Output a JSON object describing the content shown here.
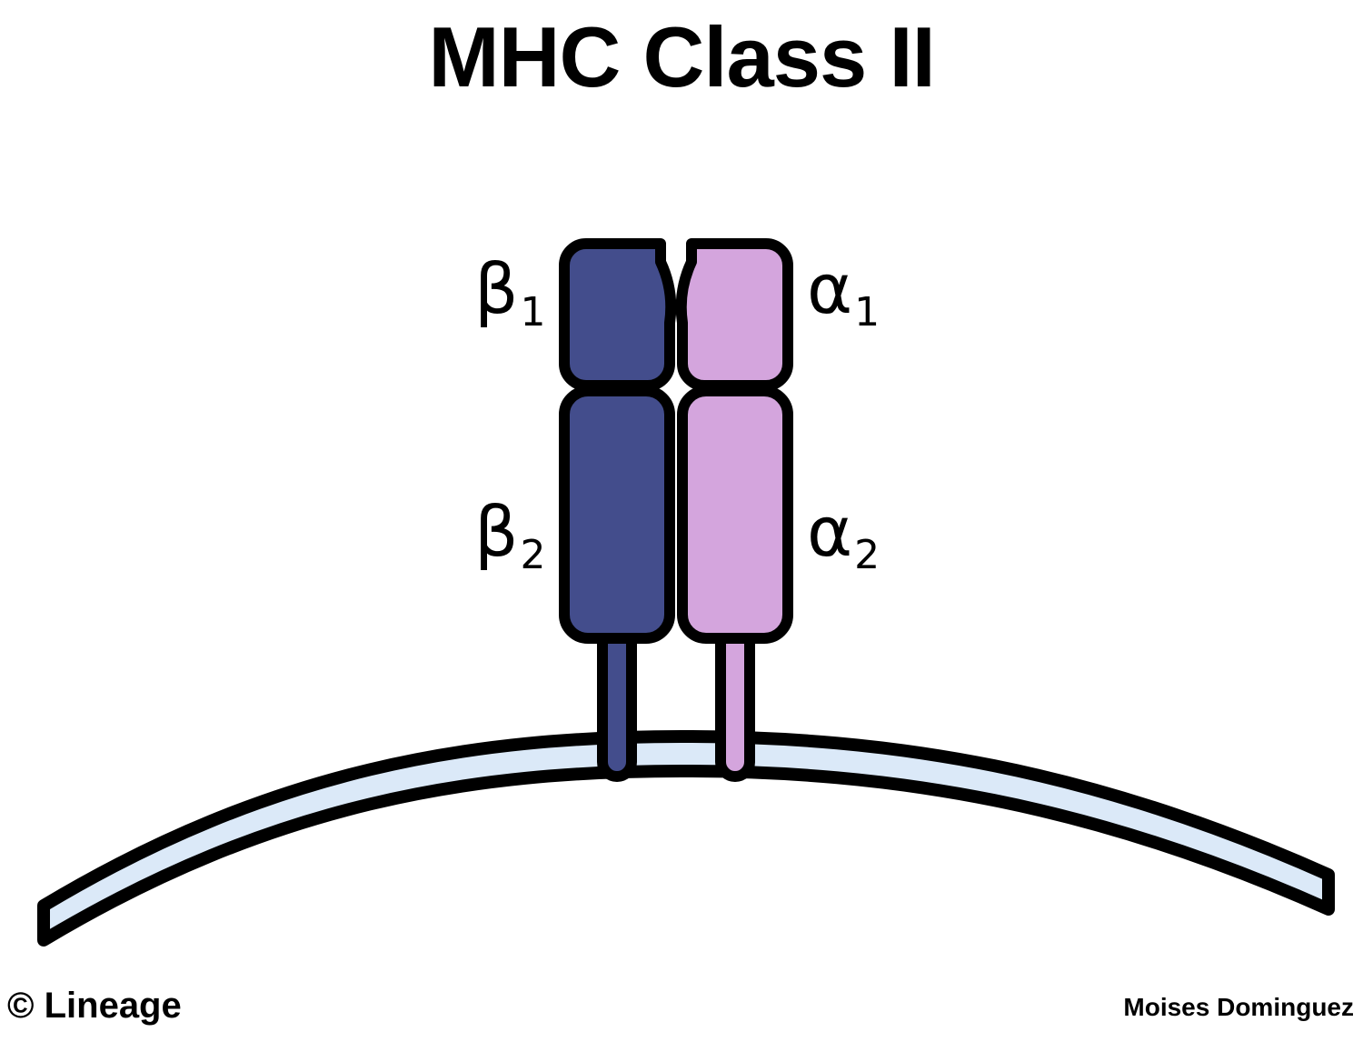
{
  "figure": {
    "title": "MHC Class II",
    "credit_left": "© Lineage",
    "credit_right": "Moises Dominguez",
    "labels": {
      "beta1": {
        "symbol": "β",
        "subscript": "1"
      },
      "alpha1": {
        "symbol": "α",
        "subscript": "1"
      },
      "beta2": {
        "symbol": "β",
        "subscript": "2"
      },
      "alpha2": {
        "symbol": "α",
        "subscript": "2"
      }
    },
    "colors": {
      "beta_chain": "#434d8c",
      "alpha_chain": "#d4a5dd",
      "membrane_fill": "#dbe9f8",
      "outline": "#000000",
      "background": "#ffffff",
      "text": "#000000"
    },
    "diagram_parts": [
      {
        "name": "beta1-domain",
        "chain": "beta",
        "description": "upper beta-1 domain forming left half of peptide-binding groove"
      },
      {
        "name": "alpha1-domain",
        "chain": "alpha",
        "description": "upper alpha-1 domain forming right half of peptide-binding groove"
      },
      {
        "name": "beta2-domain",
        "chain": "beta",
        "description": "lower immunoglobulin-like beta-2 domain"
      },
      {
        "name": "alpha2-domain",
        "chain": "alpha",
        "description": "lower immunoglobulin-like alpha-2 domain"
      },
      {
        "name": "beta-transmembrane-stem",
        "chain": "beta",
        "description": "beta chain transmembrane stem crossing the membrane"
      },
      {
        "name": "alpha-transmembrane-stem",
        "chain": "alpha",
        "description": "alpha chain transmembrane stem crossing the membrane"
      },
      {
        "name": "cell-membrane",
        "chain": "none",
        "description": "curved cell membrane bilayer band"
      },
      {
        "name": "peptide-binding-groove",
        "chain": "none",
        "description": "open cleft between beta-1 and alpha-1 domains"
      }
    ]
  }
}
